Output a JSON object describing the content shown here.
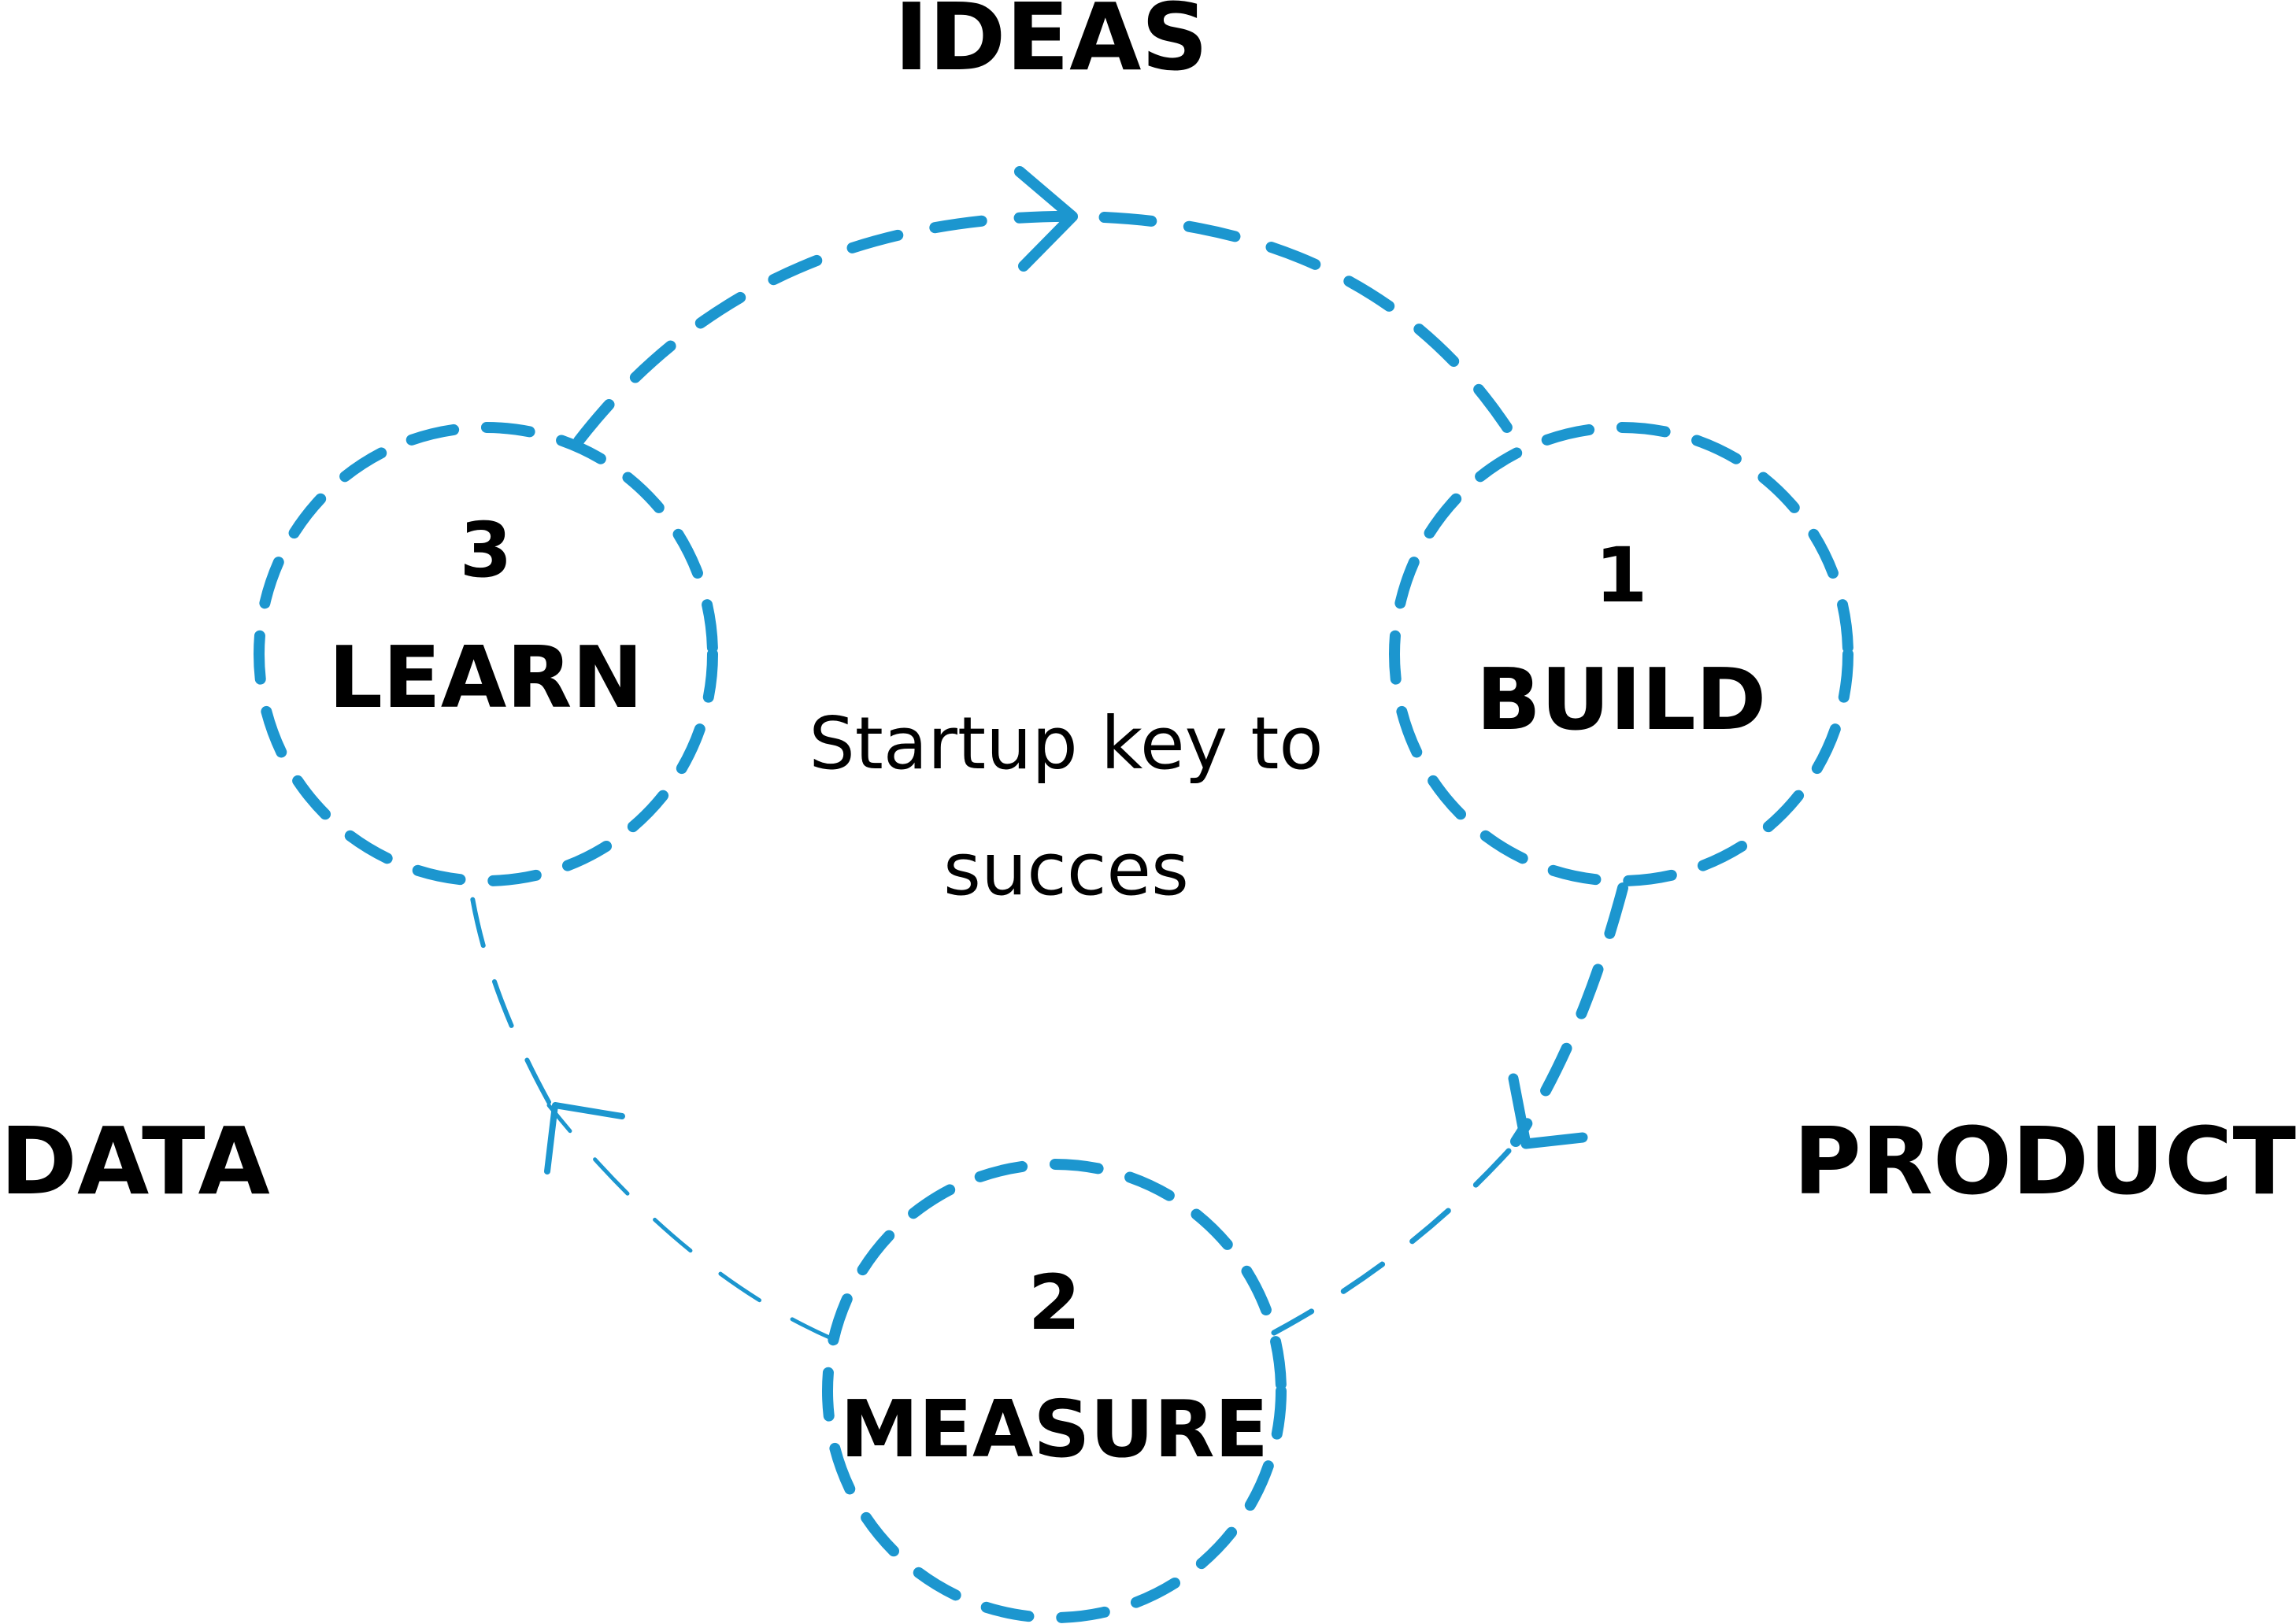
{
  "title": "Startup key to succes",
  "center_text": {
    "line1": "Startup key to",
    "line2": "succes"
  },
  "corner_labels": {
    "top": "IDEAS",
    "left": "DATA",
    "right": "PRODUCT"
  },
  "steps": [
    {
      "number": "1",
      "label": "BUILD"
    },
    {
      "number": "2",
      "label": "MEASURE"
    },
    {
      "number": "3",
      "label": "LEARN"
    }
  ],
  "flow": [
    "LEARN → IDEAS → BUILD",
    "BUILD → PRODUCT → MEASURE",
    "MEASURE → DATA → LEARN"
  ],
  "colors": {
    "accent": "#1c96cf",
    "text": "#000000",
    "background": "#ffffff"
  }
}
